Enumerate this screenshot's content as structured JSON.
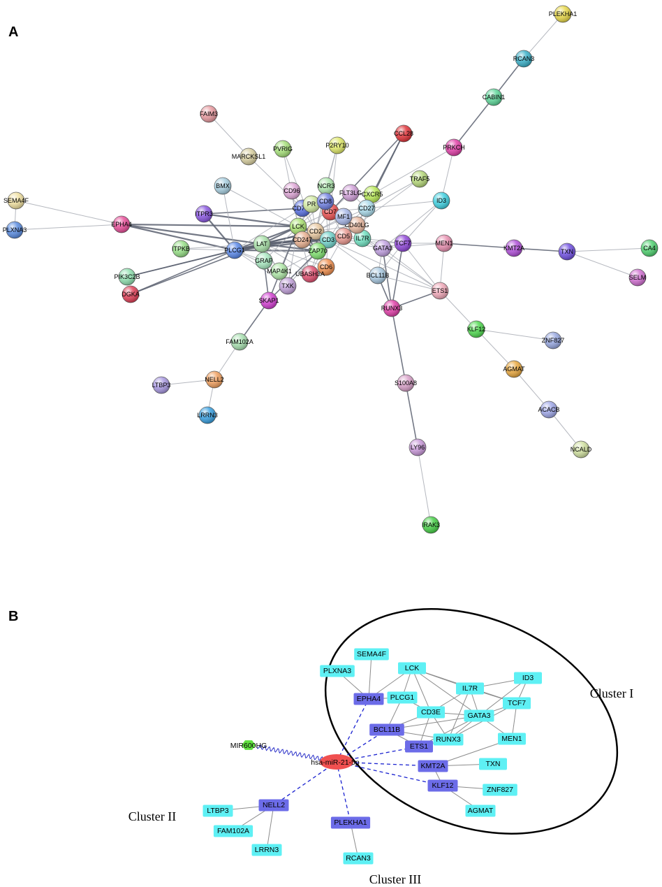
{
  "panel_a": {
    "letter": "A",
    "nodes": [
      {
        "id": "PLEKHA1",
        "label": "PLEKHA1",
        "color": "#e8d84a"
      },
      {
        "id": "RCAN3",
        "label": "RCAN3",
        "color": "#3bb0c8"
      },
      {
        "id": "CABIN1",
        "label": "CABIN1",
        "color": "#5fd79a"
      },
      {
        "id": "FAIM3",
        "label": "FAIM3",
        "color": "#e89aa0"
      },
      {
        "id": "CCL28",
        "label": "CCL28",
        "color": "#e0343a"
      },
      {
        "id": "PRKCH",
        "label": "PRKCH",
        "color": "#e040a8"
      },
      {
        "id": "P2RY10",
        "label": "P2RY10",
        "color": "#dfe86a"
      },
      {
        "id": "MARCKSL1",
        "label": "MARCKSL1",
        "color": "#d8cfa0"
      },
      {
        "id": "PVRIG",
        "label": "PVRIG",
        "color": "#a6e07a"
      },
      {
        "id": "TRAF5",
        "label": "TRAF5",
        "color": "#b6d87a"
      },
      {
        "id": "SEMA4F",
        "label": "SEMA4F",
        "color": "#f0e0a0"
      },
      {
        "id": "BMX",
        "label": "BMX",
        "color": "#a8cfe0"
      },
      {
        "id": "CD96",
        "label": "CD96",
        "color": "#e0a8d8"
      },
      {
        "id": "NCR3",
        "label": "NCR3",
        "color": "#b0e8b0"
      },
      {
        "id": "FLT3LG",
        "label": "FLT3LG",
        "color": "#d0a0d8"
      },
      {
        "id": "CXCR5",
        "label": "CXCR5",
        "color": "#b8e858"
      },
      {
        "id": "ID3",
        "label": "ID3",
        "color": "#40d0e0"
      },
      {
        "id": "PLXNA3",
        "label": "PLXNA3",
        "color": "#5a8ce0"
      },
      {
        "id": "EPHA4",
        "label": "EPHA4",
        "color": "#e8509a"
      },
      {
        "id": "ITPR3",
        "label": "ITPR3",
        "color": "#8a58e0"
      },
      {
        "id": "CD79B",
        "label": "CD79B",
        "color": "#5870e0"
      },
      {
        "id": "CD7",
        "label": "CD7",
        "color": "#e85050"
      },
      {
        "id": "CD27",
        "label": "CD27",
        "color": "#a8d8e8"
      },
      {
        "id": "CD2",
        "label": "CD2",
        "color": "#e8c8a0"
      },
      {
        "id": "MEN1",
        "label": "MEN1",
        "color": "#e890b0"
      },
      {
        "id": "KMT2A",
        "label": "KMT2A",
        "color": "#b050d8"
      },
      {
        "id": "TXN",
        "label": "TXN",
        "color": "#7050e0"
      },
      {
        "id": "CA4",
        "label": "CA4",
        "color": "#50d070"
      },
      {
        "id": "ITPKB",
        "label": "ITPKB",
        "color": "#98e088"
      },
      {
        "id": "PLCG1",
        "label": "PLCG1",
        "color": "#5a88e8"
      },
      {
        "id": "LAT",
        "label": "LAT",
        "color": "#a8e0a8"
      },
      {
        "id": "LCK",
        "label": "LCK",
        "color": "#a8e070"
      },
      {
        "id": "CD247",
        "label": "CD247",
        "color": "#e8b090"
      },
      {
        "id": "CD3E",
        "label": "CD3",
        "color": "#70d0c8"
      },
      {
        "id": "CD5",
        "label": "CD5",
        "color": "#e89890"
      },
      {
        "id": "IL7R",
        "label": "IL7R",
        "color": "#70e0c0"
      },
      {
        "id": "CD40LG",
        "label": "CD40LG",
        "color": "#e8b8a0"
      },
      {
        "id": "GATA3",
        "label": "GATA3",
        "color": "#c0a0e0"
      },
      {
        "id": "TCF7",
        "label": "TCF7",
        "color": "#9048d8"
      },
      {
        "id": "SELM",
        "label": "SELM",
        "color": "#d070d0"
      },
      {
        "id": "PIK3C2B",
        "label": "PIK3C2B",
        "color": "#90e0b0"
      },
      {
        "id": "DGKA",
        "label": "DGKA",
        "color": "#e04058"
      },
      {
        "id": "GRAP",
        "label": "GRAP",
        "color": "#a8e8c0"
      },
      {
        "id": "ZAP70",
        "label": "ZAP70",
        "color": "#80e070"
      },
      {
        "id": "MAP4K1",
        "label": "MAP4K1",
        "color": "#b0e8a8"
      },
      {
        "id": "CD6",
        "label": "CD6",
        "color": "#f09050"
      },
      {
        "id": "UBASH3A",
        "label": "UBASH3A",
        "color": "#e05070"
      },
      {
        "id": "TXK",
        "label": "TXK",
        "color": "#c0a0d8"
      },
      {
        "id": "BCL11B",
        "label": "BCL11B",
        "color": "#a8c8e0"
      },
      {
        "id": "ETS1",
        "label": "ETS1",
        "color": "#f0a8b8"
      },
      {
        "id": "SKAP1",
        "label": "SKAP1",
        "color": "#d040d0"
      },
      {
        "id": "RUNX3",
        "label": "RUNX3",
        "color": "#e040a8"
      },
      {
        "id": "KLF12",
        "label": "KLF12",
        "color": "#50d850"
      },
      {
        "id": "ZNF827",
        "label": "ZNF827",
        "color": "#98a8e0"
      },
      {
        "id": "FAM102A",
        "label": "FAM102A",
        "color": "#a8e0b0"
      },
      {
        "id": "AGMAT",
        "label": "AGMAT",
        "color": "#e8a840"
      },
      {
        "id": "LTBP3",
        "label": "LTBP3",
        "color": "#a898e0"
      },
      {
        "id": "NELL2",
        "label": "NELL2",
        "color": "#f0a060"
      },
      {
        "id": "S100A8",
        "label": "S100A8",
        "color": "#d8a0c8"
      },
      {
        "id": "ACACB",
        "label": "ACACB",
        "color": "#a0a8e8"
      },
      {
        "id": "LRRN3",
        "label": "LRRN3",
        "color": "#3aa0e0"
      },
      {
        "id": "NCALD",
        "label": "NCALD",
        "color": "#d0e0a0"
      },
      {
        "id": "LY96",
        "label": "LY96",
        "color": "#c898d8"
      },
      {
        "id": "IRAK3",
        "label": "IRAK3",
        "color": "#48d048"
      },
      {
        "id": "PRF1",
        "label": "PR",
        "color": "#d0e8a0"
      },
      {
        "id": "CD8",
        "label": "CD8",
        "color": "#7080e0"
      },
      {
        "id": "IMF1",
        "label": "MF1",
        "color": "#a8b8e8"
      }
    ],
    "edges": [
      [
        "PLEKHA1",
        "RCAN3"
      ],
      [
        "RCAN3",
        "CABIN1"
      ],
      [
        "CABIN1",
        "PRKCH"
      ],
      [
        "PRKCH",
        "ID3"
      ],
      [
        "PRKCH",
        "CXCR5"
      ],
      [
        "ID3",
        "TCF7"
      ],
      [
        "ID3",
        "CD27"
      ],
      [
        "ID3",
        "GATA3"
      ],
      [
        "TRAF5",
        "CD27"
      ],
      [
        "TRAF5",
        "CD40LG"
      ],
      [
        "CCL28",
        "CXCR5"
      ],
      [
        "CCL28",
        "CD27"
      ],
      [
        "CCL28",
        "CD7"
      ],
      [
        "FAIM3",
        "MARCKSL1"
      ],
      [
        "MARCKSL1",
        "CD79B"
      ],
      [
        "PVRIG",
        "LCK"
      ],
      [
        "PVRIG",
        "CD2"
      ],
      [
        "P2RY10",
        "NCR3"
      ],
      [
        "P2RY10",
        "CD7"
      ],
      [
        "P2RY10",
        "CD2"
      ],
      [
        "NCR3",
        "CD2"
      ],
      [
        "NCR3",
        "LCK"
      ],
      [
        "SEMA4F",
        "EPHA4"
      ],
      [
        "SEMA4F",
        "PLXNA3"
      ],
      [
        "PLXNA3",
        "EPHA4"
      ],
      [
        "EPHA4",
        "PLCG1"
      ],
      [
        "EPHA4",
        "LCK"
      ],
      [
        "EPHA4",
        "LAT"
      ],
      [
        "ITPR3",
        "PLCG1"
      ],
      [
        "ITPR3",
        "LCK"
      ],
      [
        "ITPR3",
        "CD79B"
      ],
      [
        "ITPKB",
        "PLCG1"
      ],
      [
        "ITPKB",
        "LAT"
      ],
      [
        "PIK3C2B",
        "PLCG1"
      ],
      [
        "PIK3C2B",
        "LAT"
      ],
      [
        "DGKA",
        "PLCG1"
      ],
      [
        "DGKA",
        "LAT"
      ],
      [
        "BMX",
        "PLCG1"
      ],
      [
        "BMX",
        "LCK"
      ],
      [
        "CD96",
        "CD2"
      ],
      [
        "CD96",
        "LCK"
      ],
      [
        "PLCG1",
        "LAT"
      ],
      [
        "PLCG1",
        "LCK"
      ],
      [
        "PLCG1",
        "ZAP70"
      ],
      [
        "PLCG1",
        "GRAP"
      ],
      [
        "PLCG1",
        "CD247"
      ],
      [
        "PLCG1",
        "CD2"
      ],
      [
        "PLCG1",
        "CD3E"
      ],
      [
        "PLCG1",
        "TXK"
      ],
      [
        "PLCG1",
        "MAP4K1"
      ],
      [
        "PLCG1",
        "CD79B"
      ],
      [
        "LAT",
        "LCK"
      ],
      [
        "LAT",
        "ZAP70"
      ],
      [
        "LAT",
        "GRAP"
      ],
      [
        "LAT",
        "CD247"
      ],
      [
        "LAT",
        "CD3E"
      ],
      [
        "LAT",
        "CD2"
      ],
      [
        "LAT",
        "SKAP1"
      ],
      [
        "LAT",
        "MAP4K1"
      ],
      [
        "LAT",
        "UBASH3A"
      ],
      [
        "LAT",
        "CD6"
      ],
      [
        "LAT",
        "TXK"
      ],
      [
        "LCK",
        "CD2"
      ],
      [
        "LCK",
        "CD247"
      ],
      [
        "LCK",
        "ZAP70"
      ],
      [
        "LCK",
        "CD3E"
      ],
      [
        "LCK",
        "CD7"
      ],
      [
        "LCK",
        "CD5"
      ],
      [
        "LCK",
        "CD79B"
      ],
      [
        "LCK",
        "CD8"
      ],
      [
        "LCK",
        "MAP4K1"
      ],
      [
        "LCK",
        "SKAP1"
      ],
      [
        "LCK",
        "GRAP"
      ],
      [
        "LCK",
        "UBASH3A"
      ],
      [
        "LCK",
        "CD6"
      ],
      [
        "LCK",
        "TXK"
      ],
      [
        "CD2",
        "CD247"
      ],
      [
        "CD2",
        "CD3E"
      ],
      [
        "CD2",
        "CD5"
      ],
      [
        "CD2",
        "CD7"
      ],
      [
        "CD2",
        "CD6"
      ],
      [
        "CD2",
        "CD27"
      ],
      [
        "CD2",
        "CD40LG"
      ],
      [
        "CD2",
        "IL7R"
      ],
      [
        "CD2",
        "ZAP70"
      ],
      [
        "CD3E",
        "CD247"
      ],
      [
        "CD3E",
        "ZAP70"
      ],
      [
        "CD3E",
        "CD5"
      ],
      [
        "CD3E",
        "CD6"
      ],
      [
        "CD3E",
        "IL7R"
      ],
      [
        "CD3E",
        "CD40LG"
      ],
      [
        "CD3E",
        "CD27"
      ],
      [
        "CD3E",
        "GATA3"
      ],
      [
        "CD3E",
        "CD7"
      ],
      [
        "CD3E",
        "UBASH3A"
      ],
      [
        "CD3E",
        "TCF7"
      ],
      [
        "CD3E",
        "ETS1"
      ],
      [
        "CD3E",
        "BCL11B"
      ],
      [
        "CD247",
        "ZAP70"
      ],
      [
        "ZAP70",
        "UBASH3A"
      ],
      [
        "ZAP70",
        "CD6"
      ],
      [
        "ZAP70",
        "MAP4K1"
      ],
      [
        "ZAP70",
        "TXK"
      ],
      [
        "ZAP70",
        "SKAP1"
      ],
      [
        "IL7R",
        "GATA3"
      ],
      [
        "IL7R",
        "TCF7"
      ],
      [
        "IL7R",
        "CD27"
      ],
      [
        "IL7R",
        "ETS1"
      ],
      [
        "CD40LG",
        "CD27"
      ],
      [
        "CD40LG",
        "CXCR5"
      ],
      [
        "CD27",
        "CXCR5"
      ],
      [
        "FLT3LG",
        "CD27"
      ],
      [
        "FLT3LG",
        "CXCR5"
      ],
      [
        "FLT3LG",
        "CD7"
      ],
      [
        "GATA3",
        "TCF7"
      ],
      [
        "GATA3",
        "BCL11B"
      ],
      [
        "GATA3",
        "RUNX3"
      ],
      [
        "GATA3",
        "ETS1"
      ],
      [
        "GATA3",
        "MEN1"
      ],
      [
        "TCF7",
        "BCL11B"
      ],
      [
        "TCF7",
        "RUNX3"
      ],
      [
        "TCF7",
        "ETS1"
      ],
      [
        "TCF7",
        "MEN1"
      ],
      [
        "BCL11B",
        "RUNX3"
      ],
      [
        "BCL11B",
        "ETS1"
      ],
      [
        "RUNX3",
        "ETS1"
      ],
      [
        "MEN1",
        "KMT2A"
      ],
      [
        "MEN1",
        "ETS1"
      ],
      [
        "KMT2A",
        "TXN"
      ],
      [
        "TXN",
        "CA4"
      ],
      [
        "TXN",
        "SELM"
      ],
      [
        "ETS1",
        "KLF12"
      ],
      [
        "KLF12",
        "ZNF827"
      ],
      [
        "KLF12",
        "AGMAT"
      ],
      [
        "AGMAT",
        "ACACB"
      ],
      [
        "ACACB",
        "NCALD"
      ],
      [
        "RUNX3",
        "S100A8"
      ],
      [
        "S100A8",
        "LY96"
      ],
      [
        "LY96",
        "IRAK3"
      ],
      [
        "SKAP1",
        "FAM102A"
      ],
      [
        "FAM102A",
        "NELL2"
      ],
      [
        "NELL2",
        "LTBP3"
      ],
      [
        "NELL2",
        "LRRN3"
      ],
      [
        "CD5",
        "CD6"
      ],
      [
        "CD5",
        "CD7"
      ],
      [
        "CD7",
        "CD27"
      ],
      [
        "PRF1",
        "CD2"
      ],
      [
        "PRF1",
        "LCK"
      ],
      [
        "CD8",
        "CD3E"
      ],
      [
        "CD8",
        "CD2"
      ],
      [
        "IMF1",
        "CD2"
      ],
      [
        "IMF1",
        "CD3E"
      ]
    ]
  },
  "panel_b": {
    "letter": "B",
    "mirna": {
      "id": "miR21",
      "label": "hsa-miR-21-5p",
      "color": "#f05050"
    },
    "lnc": {
      "id": "MIR600HG",
      "label": "MIR600HG",
      "color": "#60e040"
    },
    "target_color": "#6c6ce8",
    "gene_color": "#5ef0f4",
    "targets": [
      {
        "id": "EPHA4",
        "label": "EPHA4"
      },
      {
        "id": "BCL11B",
        "label": "BCL11B"
      },
      {
        "id": "ETS1",
        "label": "ETS1"
      },
      {
        "id": "KMT2A",
        "label": "KMT2A"
      },
      {
        "id": "KLF12",
        "label": "KLF12"
      },
      {
        "id": "NELL2",
        "label": "NELL2"
      },
      {
        "id": "PLEKHA1",
        "label": "PLEKHA1"
      }
    ],
    "genes": [
      {
        "id": "SEMA4F",
        "label": "SEMA4F"
      },
      {
        "id": "PLXNA3",
        "label": "PLXNA3"
      },
      {
        "id": "LCK",
        "label": "LCK"
      },
      {
        "id": "PLCG1",
        "label": "PLCG1"
      },
      {
        "id": "IL7R",
        "label": "IL7R"
      },
      {
        "id": "ID3",
        "label": "ID3"
      },
      {
        "id": "TCF7",
        "label": "TCF7"
      },
      {
        "id": "CD3E",
        "label": "CD3E"
      },
      {
        "id": "GATA3",
        "label": "GATA3"
      },
      {
        "id": "RUNX3",
        "label": "RUNX3"
      },
      {
        "id": "MEN1",
        "label": "MEN1"
      },
      {
        "id": "TXN",
        "label": "TXN"
      },
      {
        "id": "ZNF827",
        "label": "ZNF827"
      },
      {
        "id": "AGMAT",
        "label": "AGMAT"
      },
      {
        "id": "LTBP3",
        "label": "LTBP3"
      },
      {
        "id": "FAM102A",
        "label": "FAM102A"
      },
      {
        "id": "LRRN3",
        "label": "LRRN3"
      },
      {
        "id": "RCAN3",
        "label": "RCAN3"
      }
    ],
    "gene_edges": [
      [
        "SEMA4F",
        "EPHA4"
      ],
      [
        "PLXNA3",
        "EPHA4"
      ],
      [
        "EPHA4",
        "PLCG1"
      ],
      [
        "EPHA4",
        "LCK"
      ],
      [
        "LCK",
        "PLCG1"
      ],
      [
        "LCK",
        "IL7R"
      ],
      [
        "LCK",
        "CD3E"
      ],
      [
        "LCK",
        "GATA3"
      ],
      [
        "LCK",
        "TCF7"
      ],
      [
        "PLCG1",
        "CD3E"
      ],
      [
        "PLCG1",
        "BCL11B"
      ],
      [
        "IL7R",
        "ID3"
      ],
      [
        "IL7R",
        "TCF7"
      ],
      [
        "IL7R",
        "GATA3"
      ],
      [
        "IL7R",
        "CD3E"
      ],
      [
        "IL7R",
        "RUNX3"
      ],
      [
        "ID3",
        "TCF7"
      ],
      [
        "ID3",
        "GATA3"
      ],
      [
        "TCF7",
        "GATA3"
      ],
      [
        "TCF7",
        "MEN1"
      ],
      [
        "TCF7",
        "RUNX3"
      ],
      [
        "CD3E",
        "GATA3"
      ],
      [
        "CD3E",
        "BCL11B"
      ],
      [
        "CD3E",
        "ETS1"
      ],
      [
        "CD3E",
        "RUNX3"
      ],
      [
        "GATA3",
        "BCL11B"
      ],
      [
        "GATA3",
        "RUNX3"
      ],
      [
        "GATA3",
        "ETS1"
      ],
      [
        "GATA3",
        "MEN1"
      ],
      [
        "BCL11B",
        "RUNX3"
      ],
      [
        "BCL11B",
        "ETS1"
      ],
      [
        "ETS1",
        "RUNX3"
      ],
      [
        "MEN1",
        "KMT2A"
      ],
      [
        "KMT2A",
        "TXN"
      ],
      [
        "KMT2A",
        "KLF12"
      ],
      [
        "KLF12",
        "ZNF827"
      ],
      [
        "KLF12",
        "AGMAT"
      ],
      [
        "NELL2",
        "LTBP3"
      ],
      [
        "NELL2",
        "FAM102A"
      ],
      [
        "NELL2",
        "LRRN3"
      ],
      [
        "PLEKHA1",
        "RCAN3"
      ]
    ],
    "mirna_edges": [
      "EPHA4",
      "BCL11B",
      "ETS1",
      "KMT2A",
      "KLF12",
      "NELL2",
      "PLEKHA1"
    ],
    "cluster_labels": {
      "c1": "Cluster I",
      "c2": "Cluster II",
      "c3": "Cluster III"
    }
  }
}
